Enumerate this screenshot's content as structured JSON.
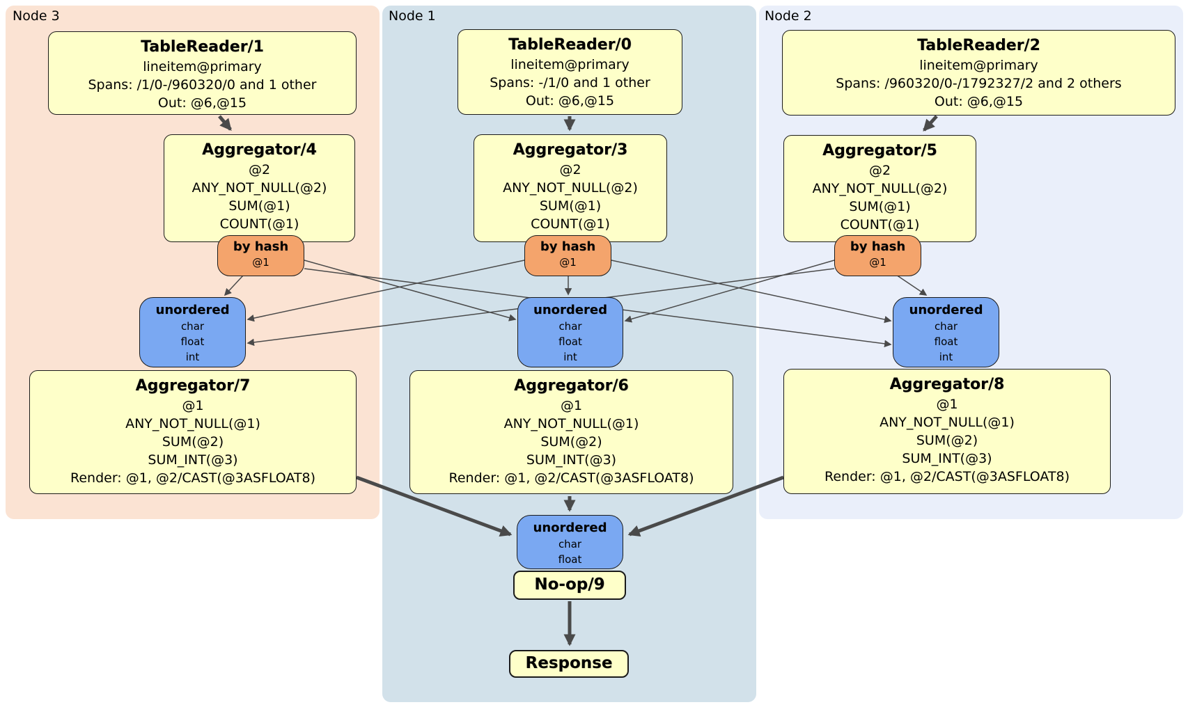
{
  "colors": {
    "node3_bg": "#fbe3d3",
    "node1_bg": "#d2e1ea",
    "node2_bg": "#eaeffa",
    "processor_bg": "#feffc9",
    "router_bg": "#f4a46c",
    "sync_bg": "#7aa8f2",
    "edge": "#4a4a4a",
    "border": "#1a1a1a"
  },
  "nodes": [
    {
      "label": "Node 3",
      "table_reader": {
        "title": "TableReader/1",
        "lines": [
          "lineitem@primary",
          "Spans: /1/0-/960320/0 and 1 other",
          "Out: @6,@15"
        ]
      },
      "aggregator_top": {
        "title": "Aggregator/4",
        "lines": [
          "@2",
          "ANY_NOT_NULL(@2)",
          "SUM(@1)",
          "COUNT(@1)"
        ]
      },
      "router": {
        "title": "by hash",
        "detail": "@1"
      },
      "sync": {
        "title": "unordered",
        "lines": [
          "char",
          "float",
          "int"
        ]
      },
      "aggregator_bottom": {
        "title": "Aggregator/7",
        "lines": [
          "@1",
          "ANY_NOT_NULL(@1)",
          "SUM(@2)",
          "SUM_INT(@3)",
          "Render: @1, @2/CAST(@3ASFLOAT8)"
        ]
      }
    },
    {
      "label": "Node 1",
      "table_reader": {
        "title": "TableReader/0",
        "lines": [
          "lineitem@primary",
          "Spans: -/1/0 and 1 other",
          "Out: @6,@15"
        ]
      },
      "aggregator_top": {
        "title": "Aggregator/3",
        "lines": [
          "@2",
          "ANY_NOT_NULL(@2)",
          "SUM(@1)",
          "COUNT(@1)"
        ]
      },
      "router": {
        "title": "by hash",
        "detail": "@1"
      },
      "sync": {
        "title": "unordered",
        "lines": [
          "char",
          "float",
          "int"
        ]
      },
      "aggregator_bottom": {
        "title": "Aggregator/6",
        "lines": [
          "@1",
          "ANY_NOT_NULL(@1)",
          "SUM(@2)",
          "SUM_INT(@3)",
          "Render: @1, @2/CAST(@3ASFLOAT8)"
        ]
      }
    },
    {
      "label": "Node 2",
      "table_reader": {
        "title": "TableReader/2",
        "lines": [
          "lineitem@primary",
          "Spans: /960320/0-/1792327/2 and 2 others",
          "Out: @6,@15"
        ]
      },
      "aggregator_top": {
        "title": "Aggregator/5",
        "lines": [
          "@2",
          "ANY_NOT_NULL(@2)",
          "SUM(@1)",
          "COUNT(@1)"
        ]
      },
      "router": {
        "title": "by hash",
        "detail": "@1"
      },
      "sync": {
        "title": "unordered",
        "lines": [
          "char",
          "float",
          "int"
        ]
      },
      "aggregator_bottom": {
        "title": "Aggregator/8",
        "lines": [
          "@1",
          "ANY_NOT_NULL(@1)",
          "SUM(@2)",
          "SUM_INT(@3)",
          "Render: @1, @2/CAST(@3ASFLOAT8)"
        ]
      }
    }
  ],
  "final": {
    "sync": {
      "title": "unordered",
      "lines": [
        "char",
        "float"
      ]
    },
    "noop": {
      "title": "No-op/9"
    },
    "response": {
      "title": "Response"
    }
  }
}
